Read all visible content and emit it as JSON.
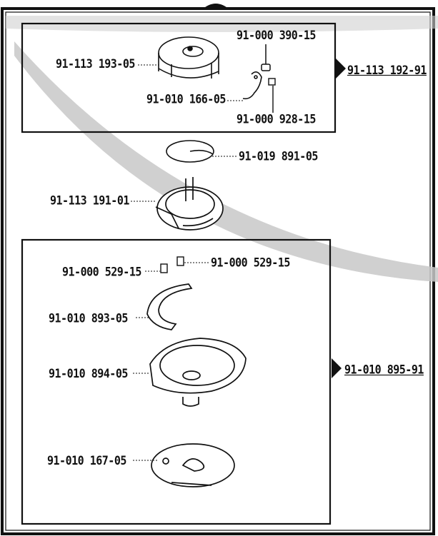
{
  "labels": {
    "bobbin_case_top": "91-113 193-05",
    "screw_top": "91-000 390-15",
    "latch_spring": "91-010 166-05",
    "screw_small": "91-000 928-15",
    "assembly_top": "91-113 192-91",
    "washer": "91-019 891-05",
    "hook_body": "91-113 191-01",
    "screw_left": "91-000 529-15",
    "screw_right": "91-000 529-15",
    "gib": "91-010 893-05",
    "hook_base": "91-010 894-05",
    "assembly_bottom": "91-010 895-91",
    "cover_plate": "91-010 167-05"
  },
  "colors": {
    "ink": "#111111",
    "watermark": "#c8c8c8",
    "paper": "#ffffff"
  }
}
